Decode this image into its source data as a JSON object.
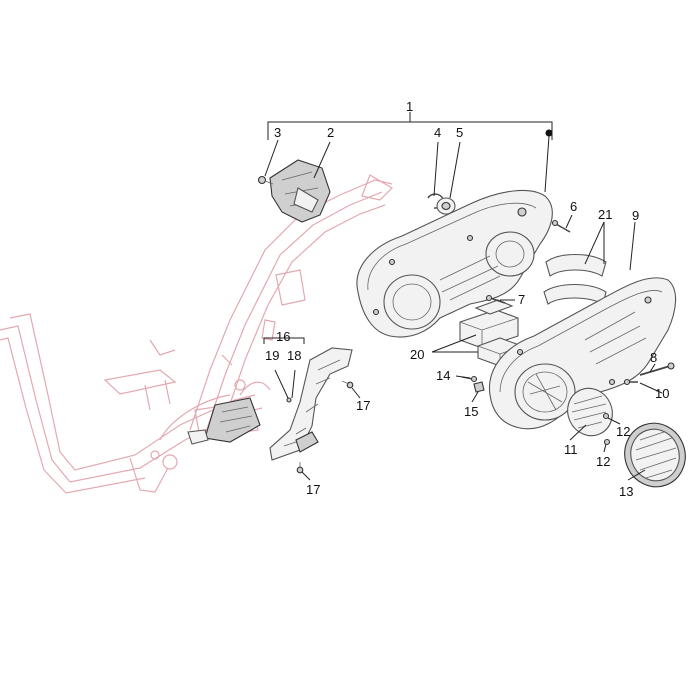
{
  "diagram": {
    "callouts": {
      "c1": "1",
      "c2": "2",
      "c3": "3",
      "c4": "4",
      "c5": "5",
      "c6": "6",
      "c7": "7",
      "c8": "8",
      "c9": "9",
      "c10": "10",
      "c11": "11",
      "c12a": "12",
      "c12b": "12",
      "c13": "13",
      "c14": "14",
      "c15": "15",
      "c16": "16",
      "c17a": "17",
      "c17b": "17",
      "c18": "18",
      "c19": "19",
      "c20": "20",
      "c21": "21"
    },
    "colors": {
      "frame_outline": "#e3a9b0",
      "part_stroke": "#555555",
      "callout_text": "#111111"
    }
  }
}
